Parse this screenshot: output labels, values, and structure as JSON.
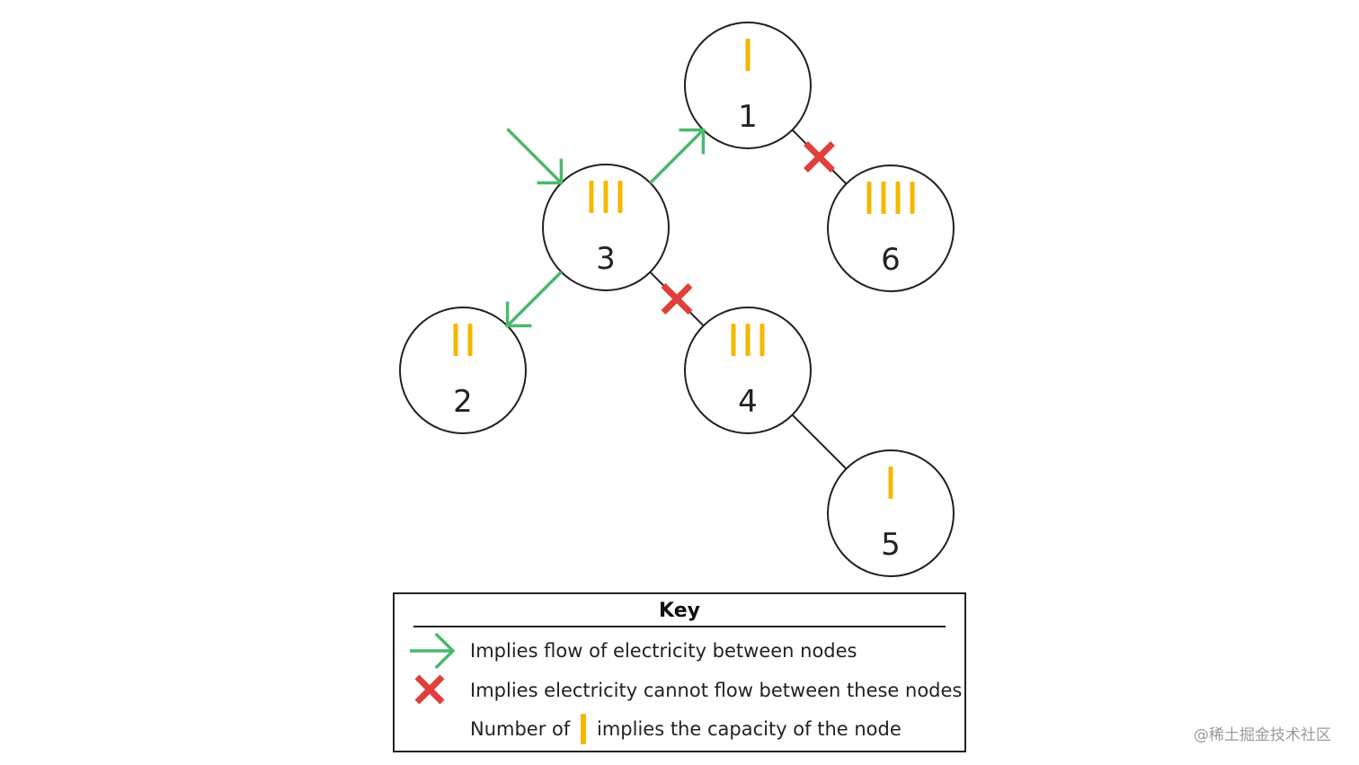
{
  "colors": {
    "node_stroke": "#222222",
    "capacity_bar": "#f5b800",
    "flow_arrow": "#4cb86e",
    "blocked_cross": "#e0403a",
    "edge": "#222222"
  },
  "nodes": [
    {
      "id": "1",
      "label": "1",
      "capacity": 1
    },
    {
      "id": "2",
      "label": "2",
      "capacity": 2
    },
    {
      "id": "3",
      "label": "3",
      "capacity": 3
    },
    {
      "id": "4",
      "label": "4",
      "capacity": 3
    },
    {
      "id": "5",
      "label": "5",
      "capacity": 1
    },
    {
      "id": "6",
      "label": "6",
      "capacity": 4
    }
  ],
  "edges": [
    {
      "from": "3",
      "to": "1",
      "type": "flow"
    },
    {
      "from": "3",
      "to": "2",
      "type": "flow"
    },
    {
      "from": "1",
      "to": "6",
      "type": "blocked"
    },
    {
      "from": "3",
      "to": "4",
      "type": "blocked"
    },
    {
      "from": "4",
      "to": "5",
      "type": "plain"
    }
  ],
  "entry_arrow": {
    "to": "3",
    "type": "flow"
  },
  "legend": {
    "title": "Key",
    "flow_text": "Implies flow of electricity between nodes",
    "blocked_text": "Implies electricity cannot flow between these nodes",
    "capacity_prefix": "Number of",
    "capacity_suffix": "implies the capacity of the node"
  },
  "watermark": "@稀土掘金技术社区"
}
